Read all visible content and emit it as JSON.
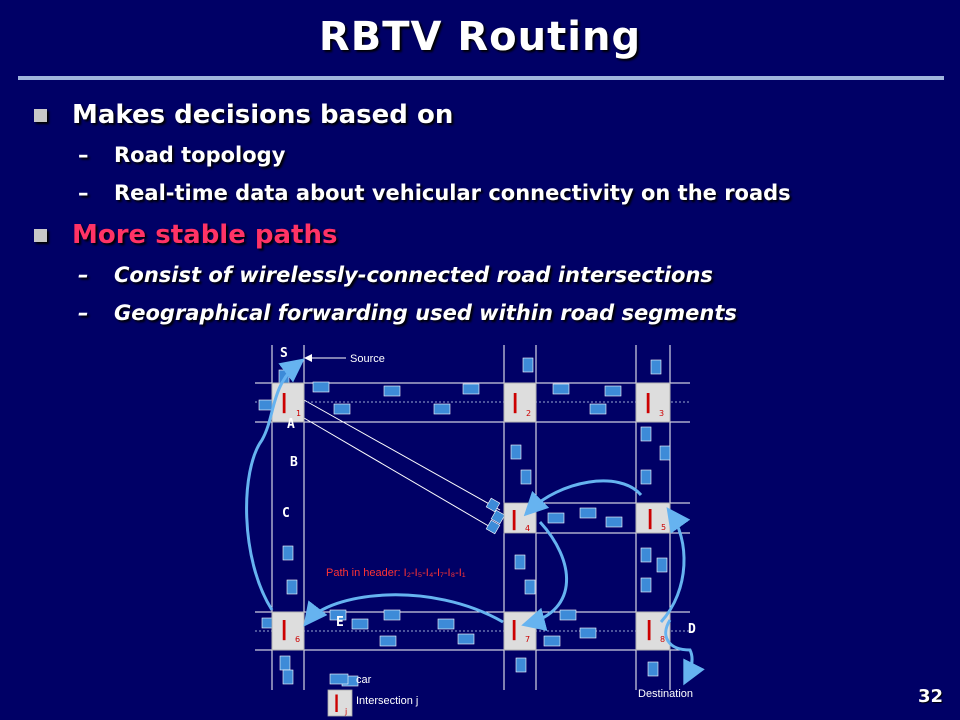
{
  "slide": {
    "title": "RBTV Routing",
    "page_number": "32",
    "bullets": [
      {
        "text": "Makes decisions based on",
        "subs": [
          "Road topology",
          "Real-time data about vehicular connectivity on the roads"
        ]
      },
      {
        "text": "More stable paths",
        "subs": [
          "Consist of wirelessly-connected road intersections",
          "Geographical forwarding used within road segments"
        ]
      }
    ]
  },
  "diagram": {
    "intersections": [
      {
        "letter": "I",
        "sub": "1"
      },
      {
        "letter": "I",
        "sub": "2"
      },
      {
        "letter": "I",
        "sub": "3"
      },
      {
        "letter": "I",
        "sub": "4"
      },
      {
        "letter": "I",
        "sub": "5"
      },
      {
        "letter": "I",
        "sub": "6"
      },
      {
        "letter": "I",
        "sub": "7"
      },
      {
        "letter": "I",
        "sub": "8"
      }
    ],
    "node_labels": {
      "s": "S",
      "a": "A",
      "b": "B",
      "c": "C",
      "e": "E",
      "d": "D"
    },
    "source_label": "Source",
    "destination_label": "Destination",
    "path_label": "Path in header: I₂-I₅-I₄-I₇-I₈-I₁",
    "legend": {
      "car": "car",
      "intersection_letter": "I",
      "intersection_sub": "j",
      "intersection_label": "Intersection j"
    }
  },
  "colors": {
    "background": "#000066",
    "accent_red": "#ff3366",
    "road": "#ffffff",
    "car": "#3d8bd8",
    "path": "#66b3f0"
  }
}
